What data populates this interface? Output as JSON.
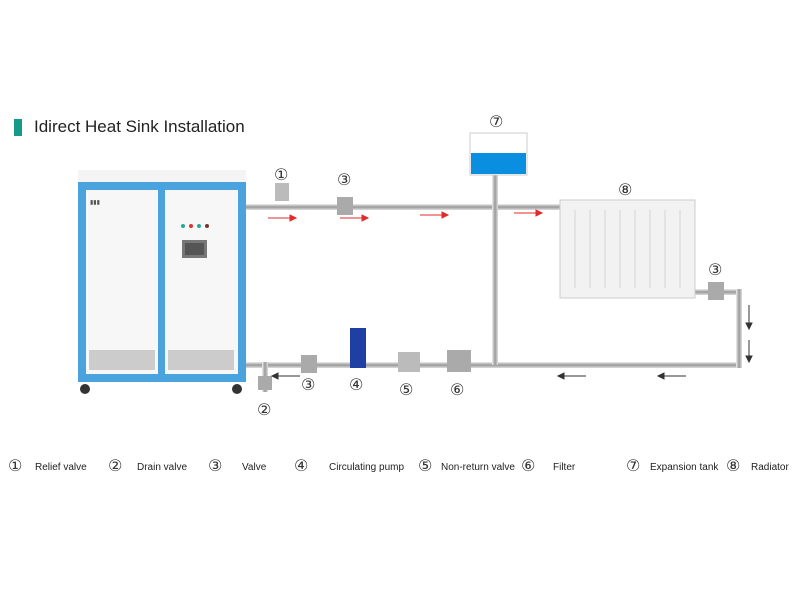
{
  "title": "Idirect Heat Sink Installation",
  "colors": {
    "accent": "#179a8a",
    "boiler": "#4aa3dc",
    "water": "#0a8fe0",
    "flow_arrow": "#e32a2a"
  },
  "diagram_labels": {
    "relief": "①",
    "valve": "③",
    "tank": "⑦",
    "radiator": "⑧",
    "drain": "②",
    "pump": "④",
    "nonreturn": "⑤",
    "filter": "⑥"
  },
  "legend": [
    {
      "num": "①",
      "label": "Relief valve"
    },
    {
      "num": "②",
      "label": "Drain valve"
    },
    {
      "num": "③",
      "label": "Valve"
    },
    {
      "num": "④",
      "label": "Circulating pump"
    },
    {
      "num": "⑤",
      "label": "Non-return valve"
    },
    {
      "num": "⑥",
      "label": "Filter"
    },
    {
      "num": "⑦",
      "label": "Expansion tank"
    },
    {
      "num": "⑧",
      "label": "Radiator"
    }
  ]
}
